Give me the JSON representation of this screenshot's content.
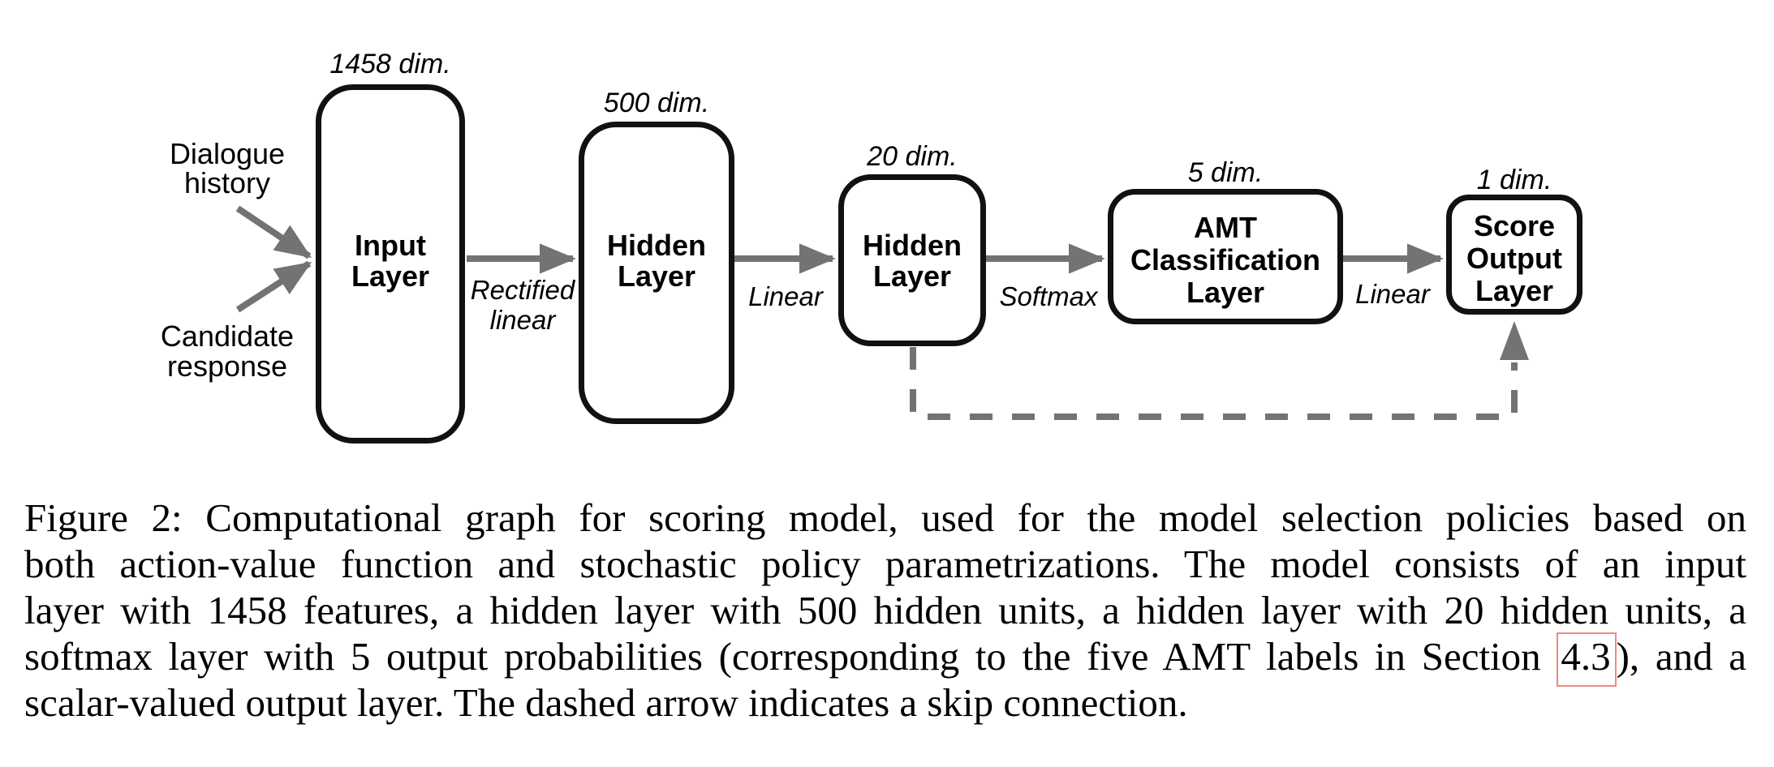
{
  "figure": {
    "side_inputs": [
      {
        "label": "Dialogue\nhistory"
      },
      {
        "label": "Candidate\nresponse"
      }
    ],
    "layers": [
      {
        "dim": "1458 dim.",
        "label": "Input\nLayer"
      },
      {
        "dim": "500 dim.",
        "label": "Hidden\nLayer"
      },
      {
        "dim": "20 dim.",
        "label": "Hidden\nLayer"
      },
      {
        "dim": "5 dim.",
        "label": "AMT\nClassification\nLayer"
      },
      {
        "dim": "1 dim.",
        "label": "Score\nOutput\nLayer"
      }
    ],
    "activations": [
      {
        "label": "Rectified\nlinear"
      },
      {
        "label": "Linear"
      },
      {
        "label": "Softmax"
      },
      {
        "label": "Linear"
      }
    ],
    "skip_connection": "dashed arrow from 20-dim hidden layer to score output layer",
    "colors": {
      "connector": "#737373",
      "box_border": "#111111",
      "section_link_border": "#f08a7e"
    }
  },
  "caption": {
    "line1": "Figure 2: Computational graph for scoring model, used for the model selection policies based on",
    "line2": "both action-value function and stochastic policy parametrizations. The model consists of an input",
    "line3": "layer with 1458 features, a hidden layer with 500 hidden units, a hidden layer with 20 hidden units, a",
    "line4_before": "softmax layer with 5 output probabilities (corresponding to the five AMT labels in Section",
    "line4_link": "4.3",
    "line4_after": "), and a",
    "line5": "scalar-valued output layer. The dashed arrow indicates a skip connection."
  }
}
